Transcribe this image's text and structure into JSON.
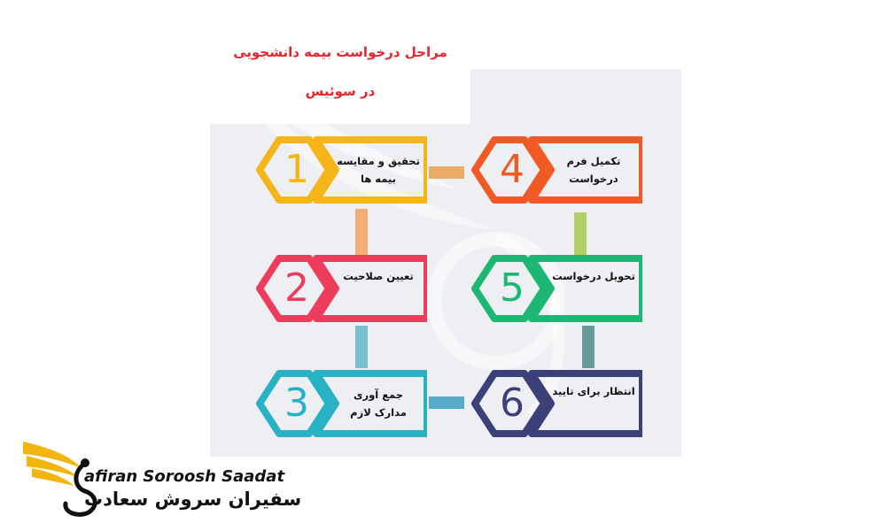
{
  "title": {
    "line1": "مراحل درخواست بیمه دانشجویی",
    "line2": "در سوئیس"
  },
  "steps": [
    {
      "number": "1",
      "line1": "تحقیق و مقایسه",
      "line2": "بیمه ها",
      "color": "#f5b418"
    },
    {
      "number": "2",
      "line1": "تعیین صلاحیت",
      "line2": "",
      "color": "#ee3d5c"
    },
    {
      "number": "3",
      "line1": "جمع آوری",
      "line2": "مدارک لازم",
      "color": "#27b3c4"
    },
    {
      "number": "4",
      "line1": "تکمیل فرم",
      "line2": "درخواست",
      "color": "#f05a24"
    },
    {
      "number": "5",
      "line1": "تحویل درخواست",
      "line2": "",
      "color": "#1cb873"
    },
    {
      "number": "6",
      "line1": "انتظار برای تایید",
      "line2": "",
      "color": "#3d3f7a"
    }
  ],
  "brand": {
    "name_en": "afiran Soroosh Saadat",
    "name_fa": "سفیران سروش سعادت",
    "accent": "#f2b50f"
  }
}
